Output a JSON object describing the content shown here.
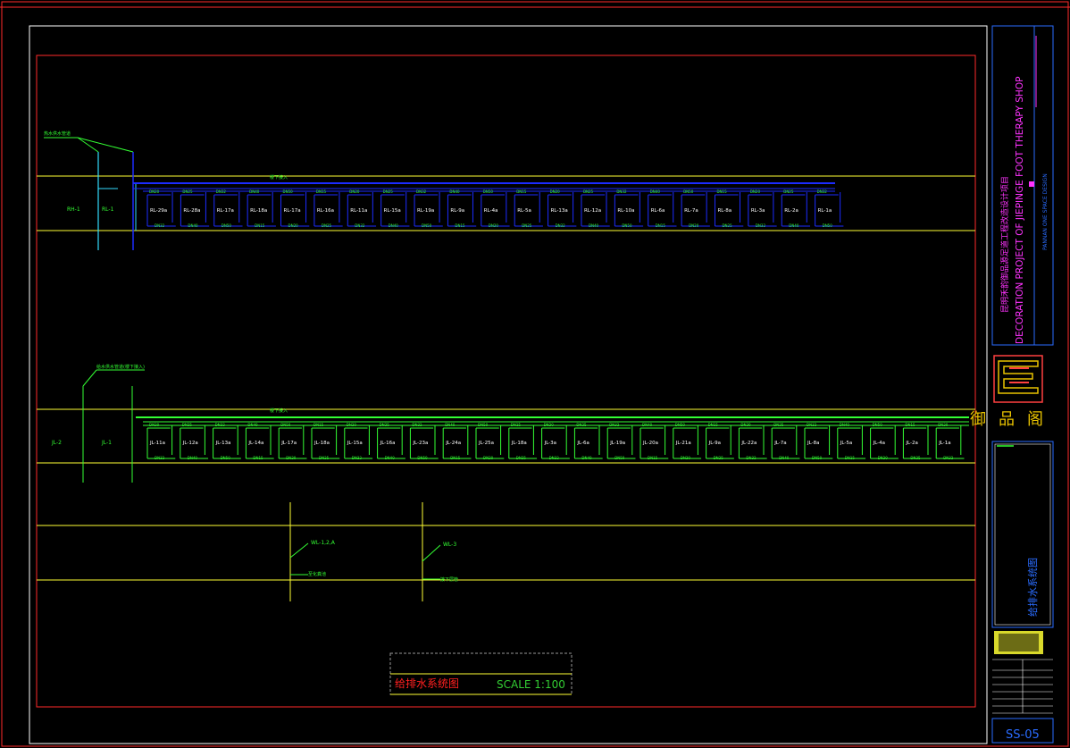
{
  "colors": {
    "background": "#000000",
    "frame_red": "#ff2a2a",
    "frame_white": "#ffffff",
    "guide_yellow": "#ffff33",
    "pipe_blue": "#1c2cff",
    "riser_cyan": "#33ddff",
    "label_green": "#33ff33",
    "title_red": "#ff2020",
    "title_magenta": "#ff33ff",
    "logo_red": "#ff4040",
    "logo_yellow": "#e8c200",
    "panel_blue": "#2a6cff"
  },
  "title_block": {
    "project_cn": "昆明禾韵御品源足道工程改造设计项目",
    "project_en": "DECORATION PROJECT OF JIEPINGE FOOT THERAPY SHOP",
    "company": "PANNAN ONE SPACE DESIGN",
    "logo_chars": "御品阁",
    "drawing_name": "给排水系统图",
    "sheet_no": "SS-05"
  },
  "caption": {
    "title": "给排水系统图",
    "scale": "SCALE 1:100"
  },
  "diagram": {
    "rl_riser_labels": [
      "RH-1",
      "RL-1"
    ],
    "rl_branches": [
      "RL-29a",
      "RL-28a",
      "RL-17a",
      "RL-18a",
      "RL-17a",
      "RL-16a",
      "RL-11a",
      "RL-15a",
      "RL-19a",
      "RL-9a",
      "RL-4a",
      "RL-5a",
      "RL-13a",
      "RL-12a",
      "RL-10a",
      "RL-6a",
      "RL-7a",
      "RL-8a",
      "RL-3a",
      "RL-2a",
      "RL-1a"
    ],
    "jl_riser_labels": [
      "JL-2",
      "JL-1"
    ],
    "jl_branches": [
      "JL-11a",
      "JL-12a",
      "JL-13a",
      "JL-14a",
      "JL-17a",
      "JL-18a",
      "JL-15a",
      "JL-16a",
      "JL-23a",
      "JL-24a",
      "JL-25a",
      "JL-18a",
      "JL-3a",
      "JL-6a",
      "JL-19a",
      "JL-20a",
      "JL-21a",
      "JL-9a",
      "JL-22a",
      "JL-7a",
      "JL-8a",
      "JL-5a",
      "JL-4a",
      "JL-2a",
      "JL-1a"
    ],
    "wl_labels": [
      "WL-1,2,A",
      "WL-3"
    ],
    "pipe_sizes": [
      "DN20",
      "DN25",
      "DN32",
      "DN40",
      "DN50",
      "DN15"
    ],
    "main_note": "楼下接入"
  }
}
